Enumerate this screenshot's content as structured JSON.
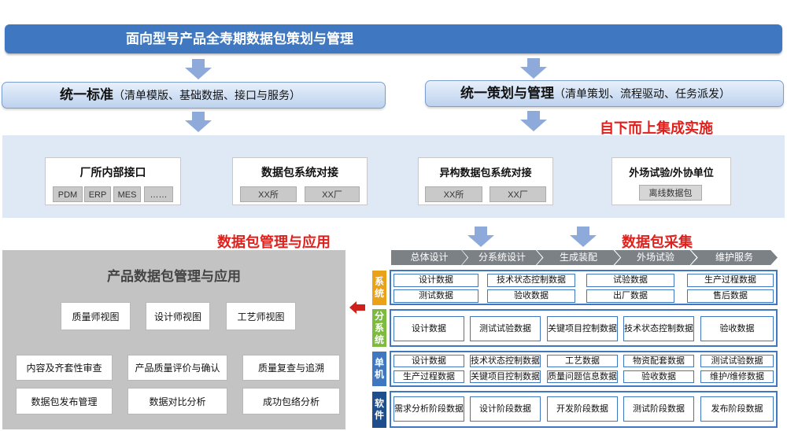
{
  "title": "面向型号产品全寿期数据包策划与管理",
  "left_top": {
    "bold": "统一标准",
    "detail": "（清单模版、基础数据、接口与服务）"
  },
  "right_top": {
    "bold": "统一策划与管理",
    "detail": "（清单策划、流程驱动、任务派发）"
  },
  "bottom_up": "自下而上集成实施",
  "cards": {
    "c1": {
      "title": "厂所内部接口",
      "chips": [
        "PDM",
        "ERP",
        "MES",
        "……"
      ]
    },
    "c2": {
      "title": "数据包系统对接",
      "chips": [
        "XX所",
        "XX厂"
      ]
    },
    "c3": {
      "title": "异构数据包系统对接",
      "chips": [
        "XX所",
        "XX厂"
      ]
    },
    "c4": {
      "title": "外场试验/外协单位",
      "chips": [
        "离线数据包"
      ]
    }
  },
  "mgmt_label": "数据包管理与应用",
  "collect_label": "数据包采集",
  "panel": {
    "title": "产品数据包管理与应用",
    "views": [
      "质量师视图",
      "设计师视图",
      "工艺师视图"
    ],
    "row2": [
      "内容及齐套性审查",
      "产品质量评价与确认",
      "质量复查与追溯"
    ],
    "row3": [
      "数据包发布管理",
      "数据对比分析",
      "成功包络分析"
    ]
  },
  "phases": [
    "总体设计",
    "分系统设计",
    "生成装配",
    "外场试验",
    "维护服务"
  ],
  "groups": {
    "sys": {
      "label": "系\n统",
      "color": "#e9a21a",
      "cells": [
        "设计数据",
        "技术状态控制数据",
        "试验数据",
        "生产过程数据",
        "测试数据",
        "验收数据",
        "出厂数据",
        "售后数据"
      ]
    },
    "sub": {
      "label": "分\n系\n统",
      "color": "#7cbb3d",
      "cells": [
        "设计数据",
        "测试试验数据",
        "关键项目控制数据",
        "技术状态控制数据",
        "验收数据"
      ]
    },
    "unit": {
      "label": "单\n机",
      "color": "#3f78c1",
      "cells": [
        "设计数据",
        "技术状态控制数据",
        "工艺数据",
        "物资配套数据",
        "测试试验数据",
        "生产过程数据",
        "关键项目控制数据",
        "质量问题信息数据",
        "验收数据",
        "维护/维修数据"
      ]
    },
    "soft": {
      "label": "软\n件",
      "color": "#1f4e8c",
      "cells": [
        "需求分析阶段数据",
        "设计阶段数据",
        "开发阶段数据",
        "测试阶段数据",
        "发布阶段数据"
      ]
    }
  }
}
